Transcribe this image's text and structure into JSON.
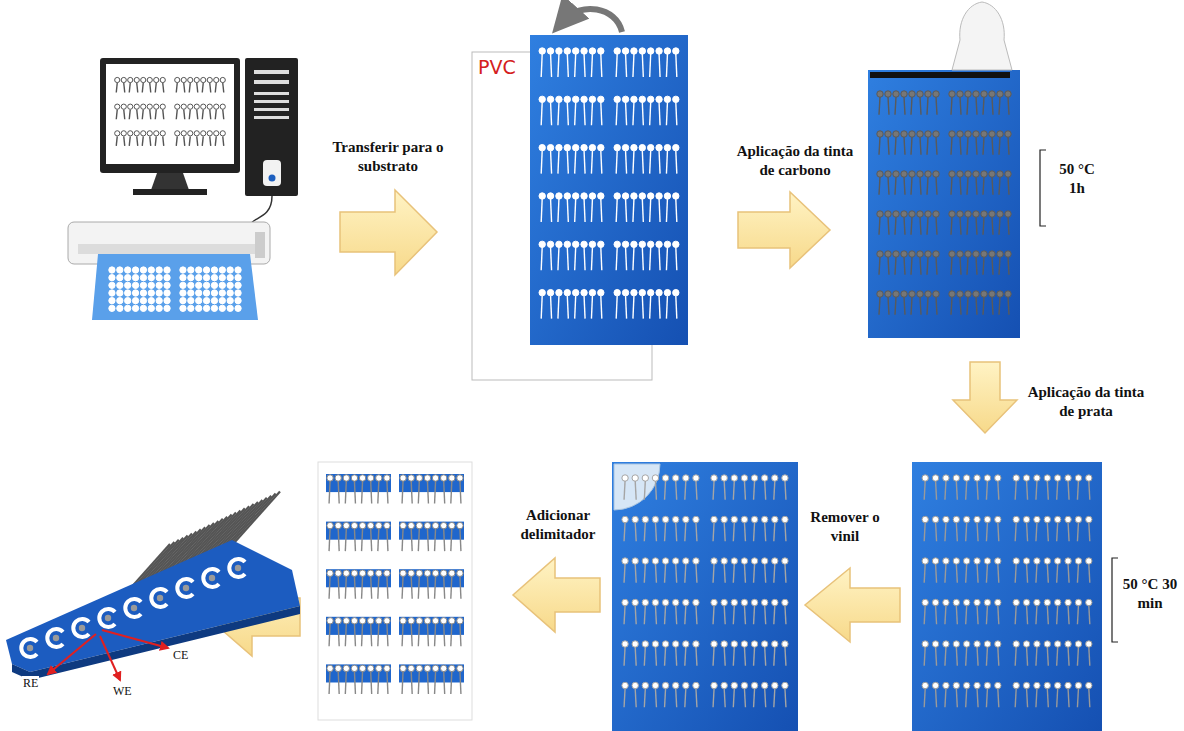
{
  "diagram": {
    "nodes": [
      {
        "text": [
          "PVC"
        ]
      }
    ],
    "labels": [
      "Transferir para o substrato",
      "Aplicação da tinta de carbono",
      "50 °C 1h",
      "Aplicação da tinta de prata",
      "50 °C 30 min",
      "Remover o vinil",
      "Adicionar delimitador",
      "CE",
      "RE",
      "WE"
    ]
  }
}
